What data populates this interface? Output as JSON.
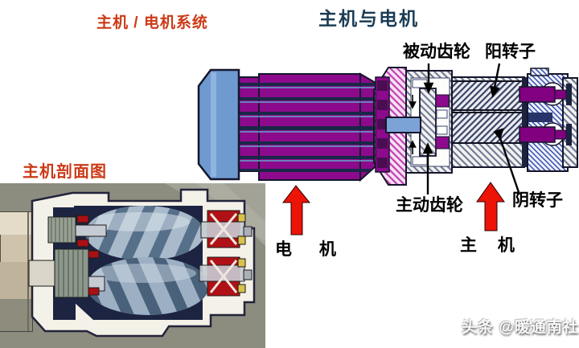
{
  "header": {
    "system_label": "主机 / 电机系统",
    "title": "主机与电机"
  },
  "photo": {
    "caption": "主机剖面图",
    "description_icons": "screw-compressor-cutaway-photo"
  },
  "diagram": {
    "labels": {
      "driven_gear": "被动齿轮",
      "male_rotor": "阳转子",
      "driving_gear": "主动齿轮",
      "female_rotor": "阴转子",
      "motor": "电 机",
      "main_machine": "主 机"
    }
  },
  "watermark": {
    "text": "头条 @暖通南社"
  },
  "colors": {
    "accent_red": "#CC3A17",
    "title_navy": "#1C3C55",
    "arrow_red": "#EC1307",
    "motor_purple": "#8D0A8D",
    "cap_blue": "#6E9AD0",
    "shaft_blue": "#7CA3D6",
    "hatch_navy": "#3A4468",
    "label_black": "#000000",
    "watermark_white": "#FAFAFA"
  }
}
